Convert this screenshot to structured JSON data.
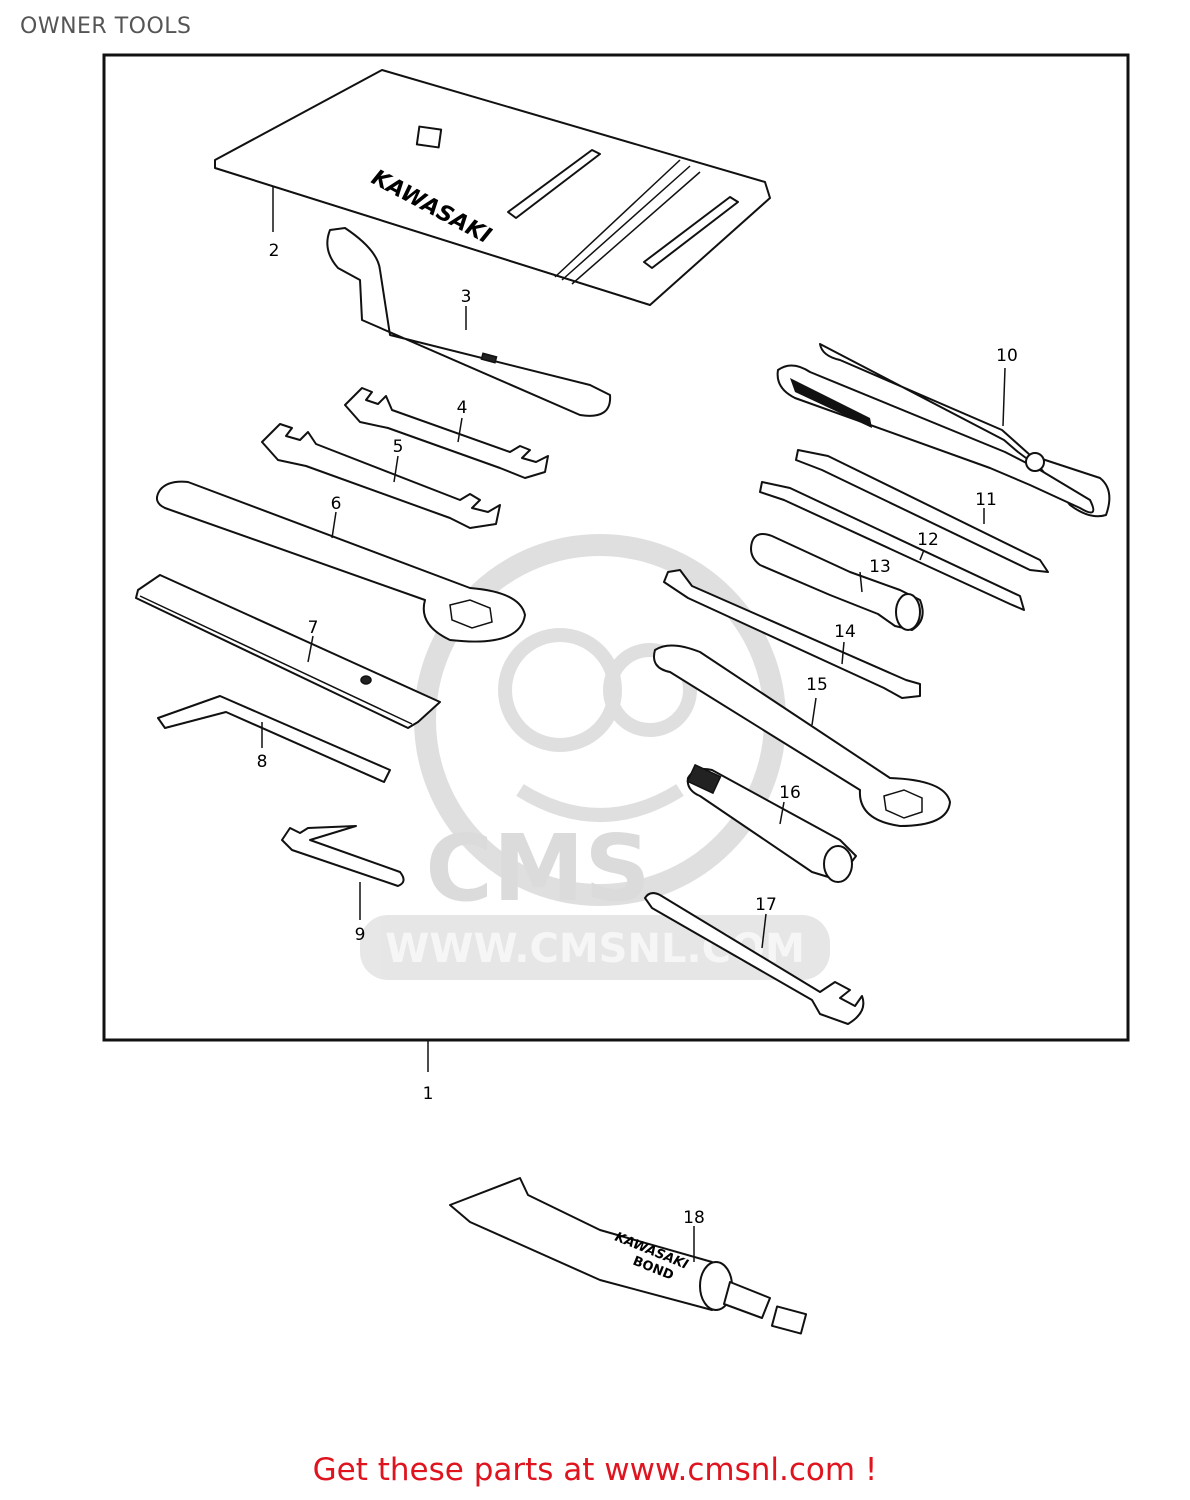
{
  "page": {
    "title": "OWNER TOOLS"
  },
  "watermark": {
    "logo": "CMS",
    "url": "WWW.CMSNL.COM"
  },
  "tool_bag_print": "KAWASAKI",
  "tube_print": [
    "KAWASAKI",
    "BOND"
  ],
  "callouts": [
    {
      "id": "1",
      "label": "1"
    },
    {
      "id": "2",
      "label": "2"
    },
    {
      "id": "3",
      "label": "3"
    },
    {
      "id": "4",
      "label": "4"
    },
    {
      "id": "5",
      "label": "5"
    },
    {
      "id": "6",
      "label": "6"
    },
    {
      "id": "7",
      "label": "7"
    },
    {
      "id": "8",
      "label": "8"
    },
    {
      "id": "9",
      "label": "9"
    },
    {
      "id": "10",
      "label": "10"
    },
    {
      "id": "11",
      "label": "11"
    },
    {
      "id": "12",
      "label": "12"
    },
    {
      "id": "13",
      "label": "13"
    },
    {
      "id": "14",
      "label": "14"
    },
    {
      "id": "15",
      "label": "15"
    },
    {
      "id": "16",
      "label": "16"
    },
    {
      "id": "17",
      "label": "17"
    },
    {
      "id": "18",
      "label": "18"
    }
  ],
  "footer": {
    "promo": "Get these parts at www.cmsnl.com !"
  },
  "colors": {
    "promo": "#e0141e",
    "watermark": "#d8d8d8",
    "line": "#111111"
  }
}
